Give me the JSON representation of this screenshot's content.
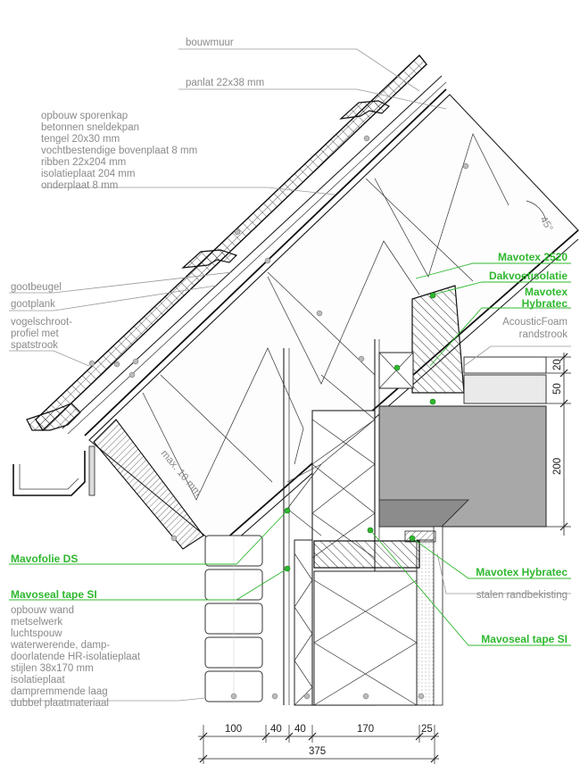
{
  "labels": {
    "bouwmuur": "bouwmuur",
    "panlat": "panlat 22x38 mm",
    "sporenkap_title": "opbouw sporenkap",
    "sporenkap_lines": [
      "betonnen sneldekpan",
      "tengel 20x30 mm",
      "vochtbestendige bovenplaat 8 mm",
      "ribben 22x204 mm",
      "isolatieplaat 204 mm",
      "onderplaat 8 mm"
    ],
    "gootbeugel": "gootbeugel",
    "gootplank": "gootplank",
    "vogelschroot": [
      "vogelschroot-",
      "profiel met",
      "spatstrook"
    ],
    "acoustic": [
      "AcousticFoam",
      "randstrook"
    ],
    "stalen_randbekisting": "stalen randbekisting",
    "wand_title": "opbouw wand",
    "wand_lines": [
      "metselwerk",
      "luchtspouw",
      "waterwerende, damp-",
      "doorlatende HR-isolatieplaat",
      "stijlen 38x170 mm",
      "isolatieplaat",
      "dampremmende laag",
      "dubbel plaatmateriaal"
    ],
    "max_note": "max. 10 mm",
    "angle": "45°"
  },
  "products": {
    "mavotex_2520": "Mavotex 2520",
    "dakvoetisolatie": "Dakvoetisolatie",
    "mavotex_hybratec_1": [
      "Mavotex",
      "Hybratec"
    ],
    "mavofolie": "Mavofolie DS",
    "mavoseal_left": "Mavoseal tape SI",
    "mavotex_hybratec_2": "Mavotex Hybratec",
    "mavoseal_right": "Mavoseal tape SI"
  },
  "dimensions": {
    "bottom": [
      "100",
      "40",
      "40",
      "170",
      "25"
    ],
    "total": "375",
    "right": [
      "20",
      "50",
      "200"
    ]
  },
  "colors": {
    "accent_green": "#2fb82f",
    "label_grey": "#8a8a8a",
    "floor_grey": "#a8a8a8"
  }
}
